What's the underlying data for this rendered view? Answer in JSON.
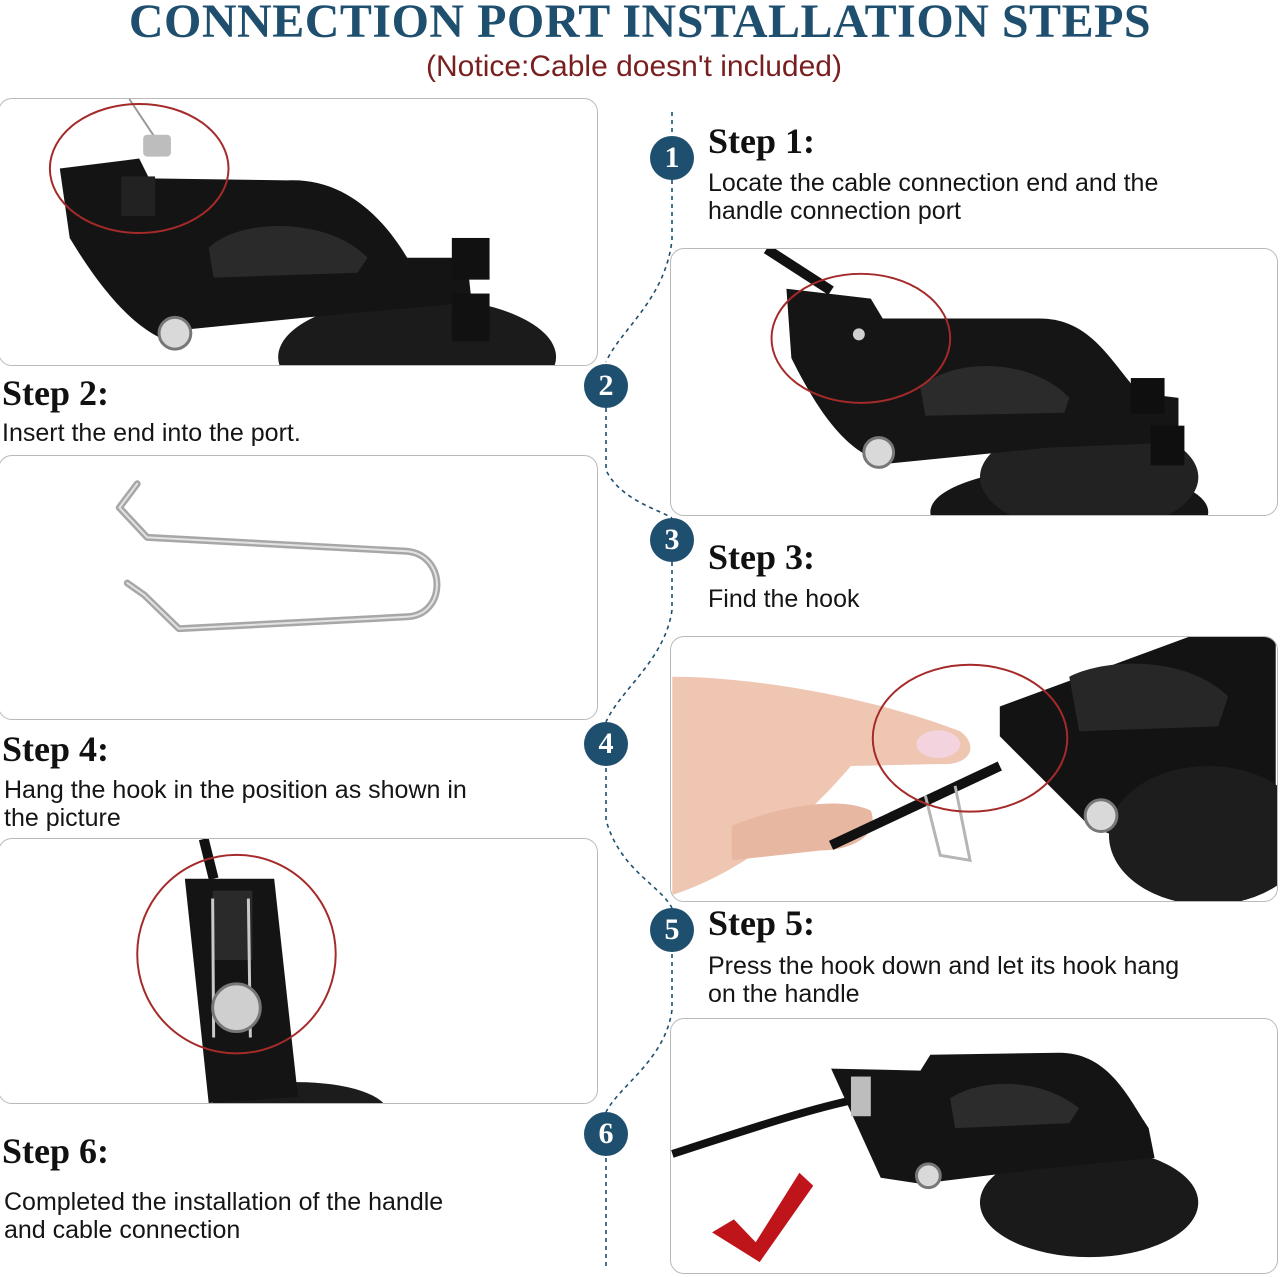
{
  "header": {
    "title": "CONNECTION PORT INSTALLATION STEPS",
    "notice": "(Notice:Cable doesn't included)"
  },
  "badges": [
    "1",
    "2",
    "3",
    "4",
    "5",
    "6"
  ],
  "steps": [
    {
      "title": "Step 1:",
      "line1": "Locate the cable connection end and the",
      "line2": "handle connection port"
    },
    {
      "title": "Step 2:",
      "line1": "Insert the end into the port.",
      "line2": ""
    },
    {
      "title": "Step 3:",
      "line1": "Find the hook",
      "line2": ""
    },
    {
      "title": "Step 4:",
      "line1": "Hang the hook in the position as shown in",
      "line2": "the picture"
    },
    {
      "title": "Step 5:",
      "line1": "Press the hook down and let its hook hang",
      "line2": "on the handle"
    },
    {
      "title": "Step 6:",
      "line1": "Completed the installation of the handle",
      "line2": "and cable connection"
    }
  ],
  "colors": {
    "title": "#1f4f6e",
    "notice": "#7a1f1f",
    "badge": "#1f4f6e",
    "highlight_circle": "#a52a2a",
    "checkmark": "#c0141b"
  }
}
